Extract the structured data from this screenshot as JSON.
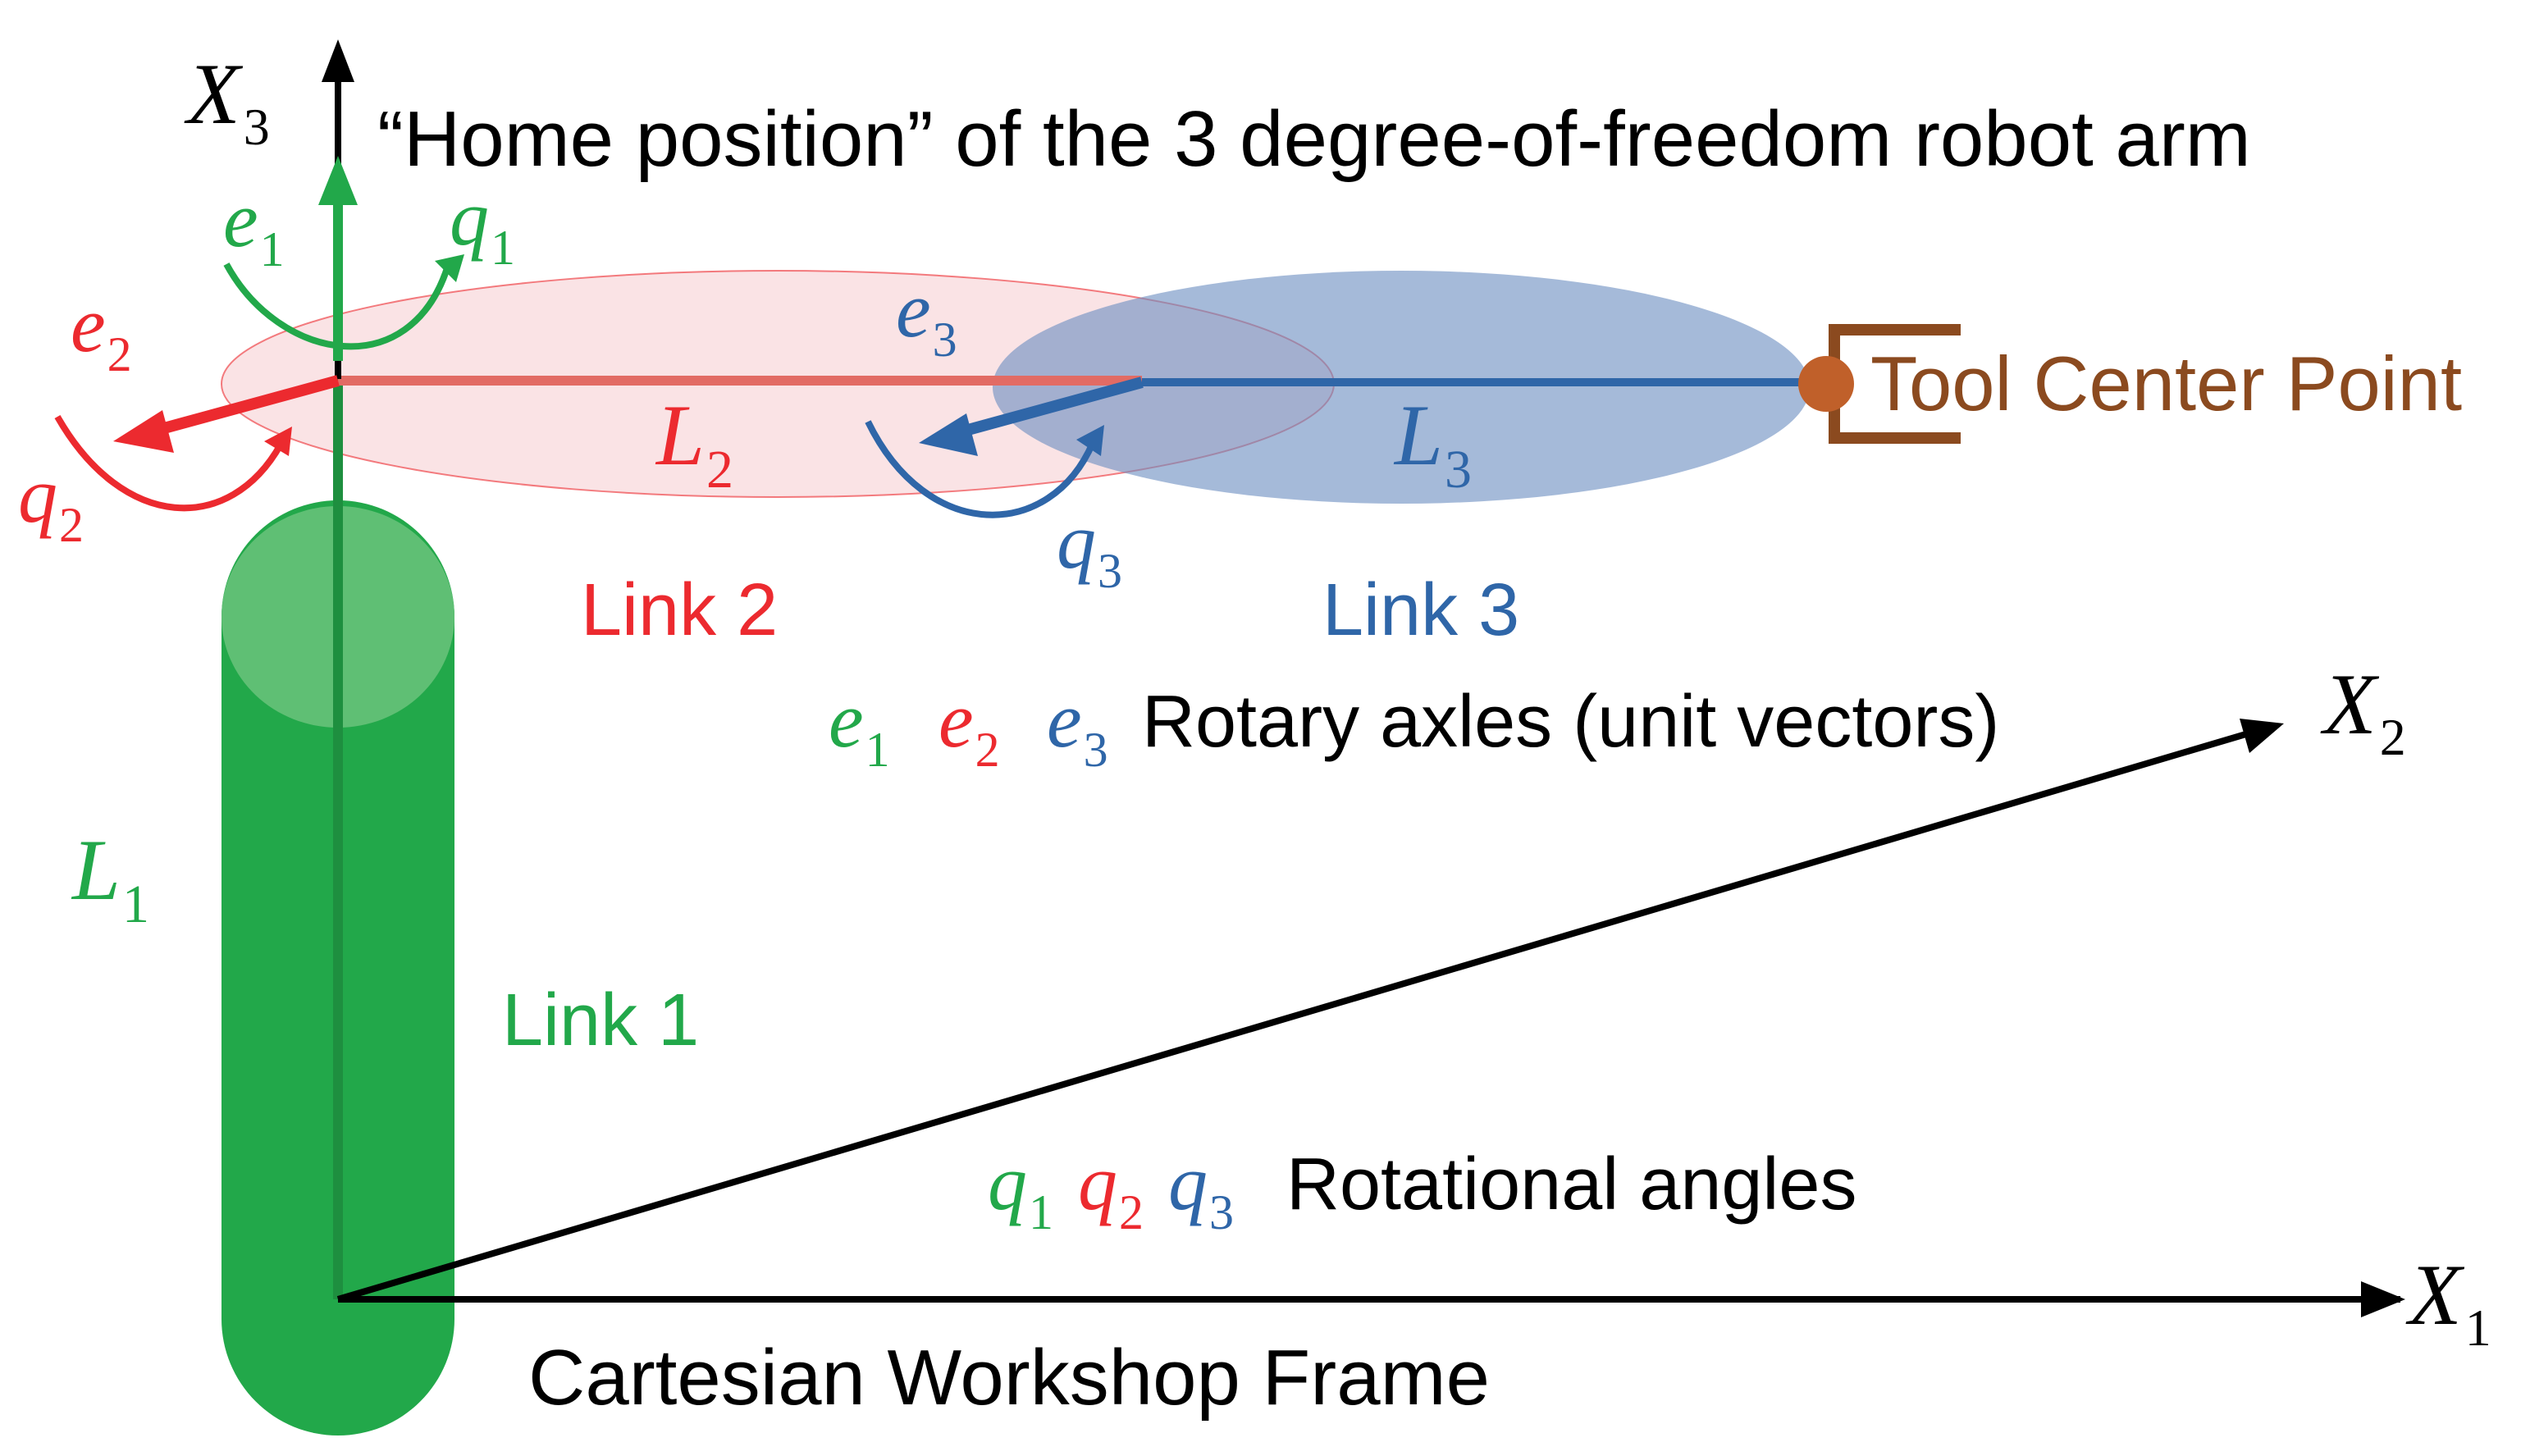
{
  "title": "“Home position” of the 3 degree-of-freedom robot arm",
  "colors": {
    "link1": "#22a84a",
    "link2": "#ec2a2f",
    "link3": "#2f66a8",
    "tcp": "#8b4a1f",
    "black": "#000000"
  },
  "axes": {
    "x1": {
      "sym": "X",
      "sub": "1"
    },
    "x2": {
      "sym": "X",
      "sub": "2"
    },
    "x3": {
      "sym": "X",
      "sub": "3"
    }
  },
  "links": {
    "l1": {
      "sym": "L",
      "sub": "1",
      "name": "Link 1"
    },
    "l2": {
      "sym": "L",
      "sub": "2",
      "name": "Link 2"
    },
    "l3": {
      "sym": "L",
      "sub": "3",
      "name": "Link 3"
    }
  },
  "joints": {
    "e1": {
      "sym": "e",
      "sub": "1"
    },
    "e2": {
      "sym": "e",
      "sub": "2"
    },
    "e3": {
      "sym": "e",
      "sub": "3"
    },
    "q1": {
      "sym": "q",
      "sub": "1"
    },
    "q2": {
      "sym": "q",
      "sub": "2"
    },
    "q3": {
      "sym": "q",
      "sub": "3"
    }
  },
  "tool_center_point": "Tool Center Point",
  "legend": {
    "rotary_axles": "Rotary axles (unit vectors)",
    "rotational_angles": "Rotational angles"
  },
  "frame_label": "Cartesian Workshop Frame"
}
